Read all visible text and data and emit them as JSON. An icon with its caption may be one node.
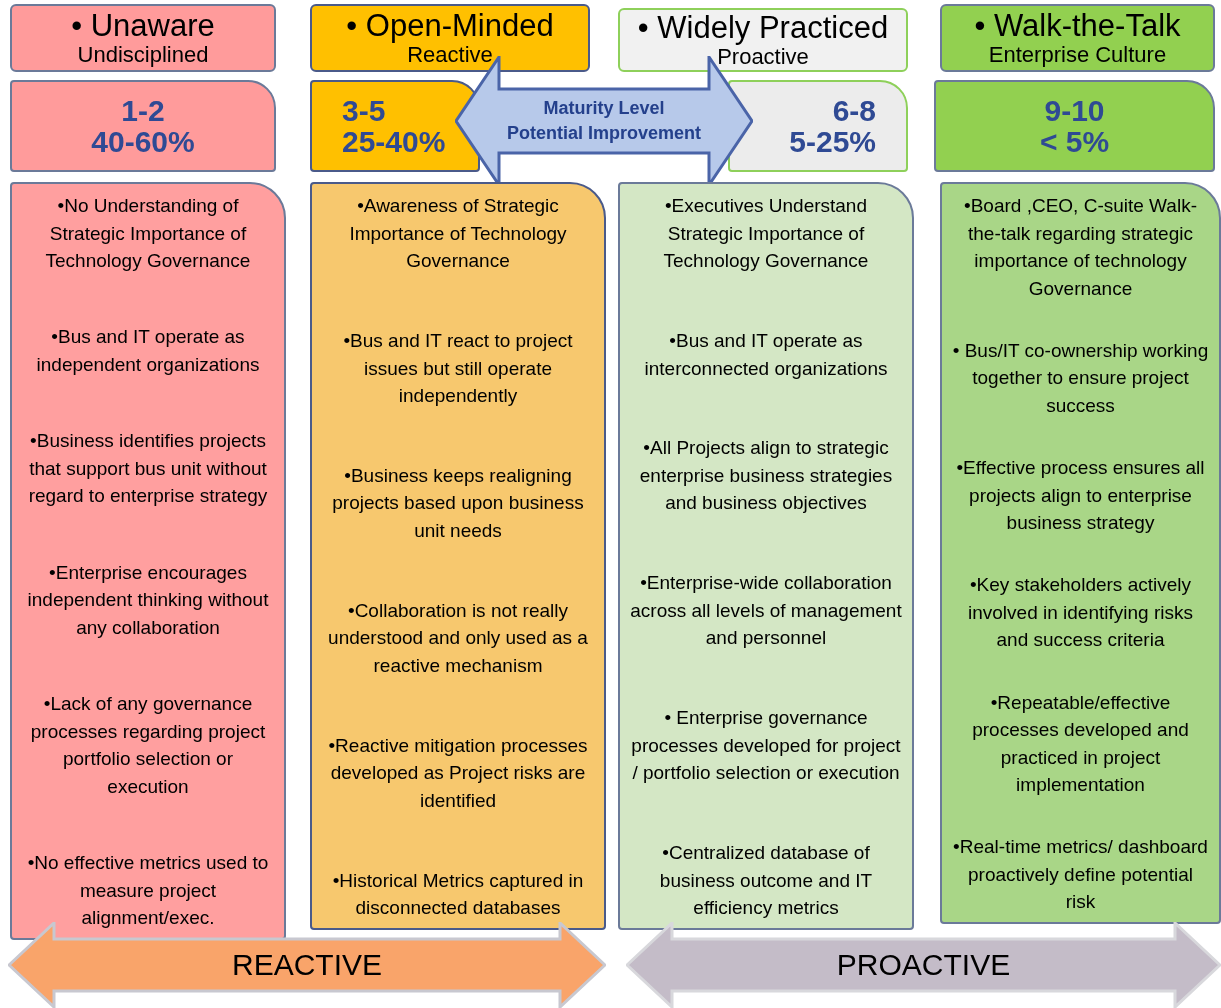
{
  "diagram": {
    "nodes": [
      {
        "text": [
          "• Unaware",
          "Undisciplined"
        ]
      },
      {
        "text": [
          "• Open-Minded",
          "Reactive"
        ]
      },
      {
        "text": [
          "• Widely Practiced",
          "Proactive"
        ]
      },
      {
        "text": [
          "• Walk-the-Talk",
          "Enterprise Culture"
        ]
      },
      {
        "text": [
          "1-2",
          "40-60%"
        ]
      },
      {
        "text": [
          "3-5",
          "25-40%"
        ]
      },
      {
        "text": [
          "6-8",
          "5-25%"
        ]
      },
      {
        "text": [
          "9-10",
          "< 5%"
        ]
      },
      {
        "text": [
          "Maturity Level",
          "Potential Improvement"
        ]
      },
      {
        "text": [
          "•No Understanding of Strategic Importance of Technology Governance",
          "•Bus and IT operate as independent organizations",
          "•Business identifies projects that support bus unit without regard to enterprise strategy",
          "•Enterprise encourages independent thinking without any collaboration",
          "•Lack of any governance processes regarding project portfolio selection or execution",
          "•No effective metrics used to measure project alignment/exec."
        ]
      },
      {
        "text": [
          "•Awareness of Strategic Importance of Technology Governance",
          "•Bus and IT react to project issues but still operate independently",
          "•Business keeps realigning projects based upon business unit needs",
          "•Collaboration is not really understood and only used as a reactive mechanism",
          "•Reactive mitigation processes developed as Project risks are identified",
          "•Historical Metrics captured in disconnected databases"
        ]
      },
      {
        "text": [
          "•Executives Understand Strategic Importance of Technology Governance",
          "•Bus and IT operate as interconnected organizations",
          "•All Projects align to strategic enterprise business strategies and business objectives",
          "•Enterprise-wide collaboration across all levels of management and personnel",
          "• Enterprise governance processes developed for project / portfolio selection or execution",
          "•Centralized database of business outcome and IT efficiency metrics"
        ]
      },
      {
        "text": [
          "•Board ,CEO, C-suite Walk-the-talk regarding strategic importance of technology Governance",
          "• Bus/IT co-ownership working together to ensure project success",
          "•Effective process ensures all projects align to enterprise business strategy",
          "•Key stakeholders actively involved in identifying risks and success criteria",
          "•Repeatable/effective processes developed and practiced in project implementation",
          "•Real-time metrics/ dashboard proactively define potential risk"
        ]
      },
      {
        "text": [
          "REACTIVE"
        ]
      },
      {
        "text": [
          "PROACTIVE"
        ]
      }
    ]
  }
}
